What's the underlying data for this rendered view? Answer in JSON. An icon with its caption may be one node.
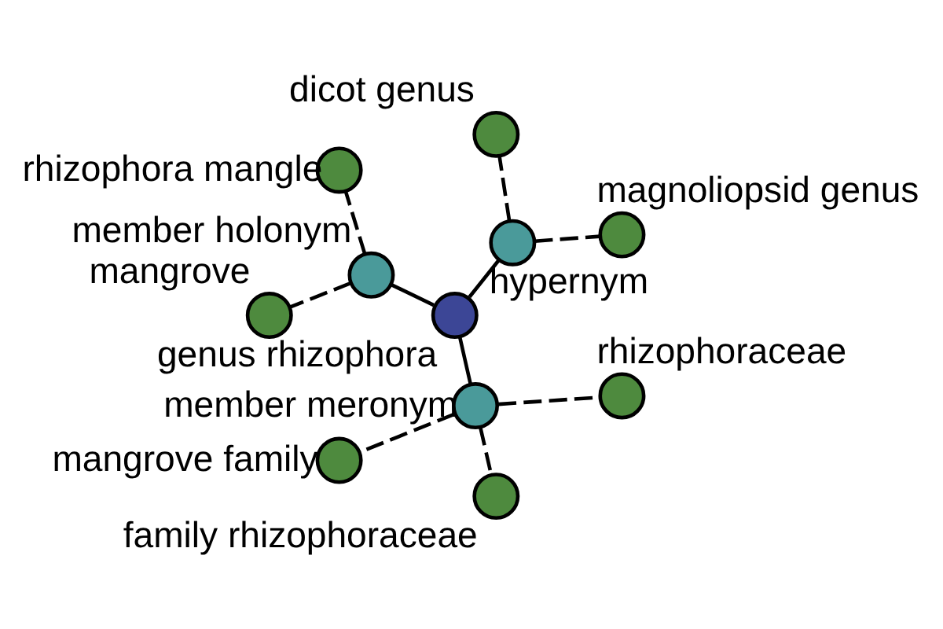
{
  "diagram": {
    "nodes": [
      {
        "text": [],
        "shape": "circle",
        "beside": [
          "genus rhizophora"
        ]
      },
      {
        "text": [],
        "shape": "circle",
        "beside": [
          "hypernym"
        ]
      },
      {
        "text": [],
        "shape": "circle",
        "beside": [
          "magnoliopsid genus"
        ]
      },
      {
        "text": [],
        "shape": "circle",
        "beside": [
          "dicot genus"
        ]
      },
      {
        "text": [],
        "shape": "circle",
        "beside": [
          "member holonym"
        ]
      },
      {
        "text": [],
        "shape": "circle",
        "beside": [
          "rhizophora mangle"
        ]
      },
      {
        "text": [],
        "shape": "circle",
        "beside": [
          "mangrove"
        ]
      },
      {
        "text": [],
        "shape": "circle",
        "beside": [
          "member meronym"
        ]
      },
      {
        "text": [],
        "shape": "circle",
        "beside": [
          "mangrove family"
        ]
      },
      {
        "text": [],
        "shape": "circle",
        "beside": [
          "family rhizophoraceae"
        ]
      },
      {
        "text": [],
        "shape": "circle",
        "beside": [
          "rhizophoraceae"
        ]
      }
    ],
    "edges": [
      {
        "from": 0,
        "to": 1,
        "arrow": "none"
      },
      {
        "from": 1,
        "to": 2,
        "arrow": "none",
        "style": "dashed"
      },
      {
        "from": 1,
        "to": 3,
        "arrow": "none",
        "style": "dashed"
      },
      {
        "from": 0,
        "to": 4,
        "arrow": "none"
      },
      {
        "from": 4,
        "to": 5,
        "arrow": "none",
        "style": "dashed"
      },
      {
        "from": 4,
        "to": 6,
        "arrow": "none",
        "style": "dashed"
      },
      {
        "from": 0,
        "to": 7,
        "arrow": "none"
      },
      {
        "from": 7,
        "to": 8,
        "arrow": "none",
        "style": "dashed"
      },
      {
        "from": 7,
        "to": 9,
        "arrow": "none",
        "style": "dashed"
      },
      {
        "from": 7,
        "to": 10,
        "arrow": "none",
        "style": "dashed"
      }
    ]
  }
}
